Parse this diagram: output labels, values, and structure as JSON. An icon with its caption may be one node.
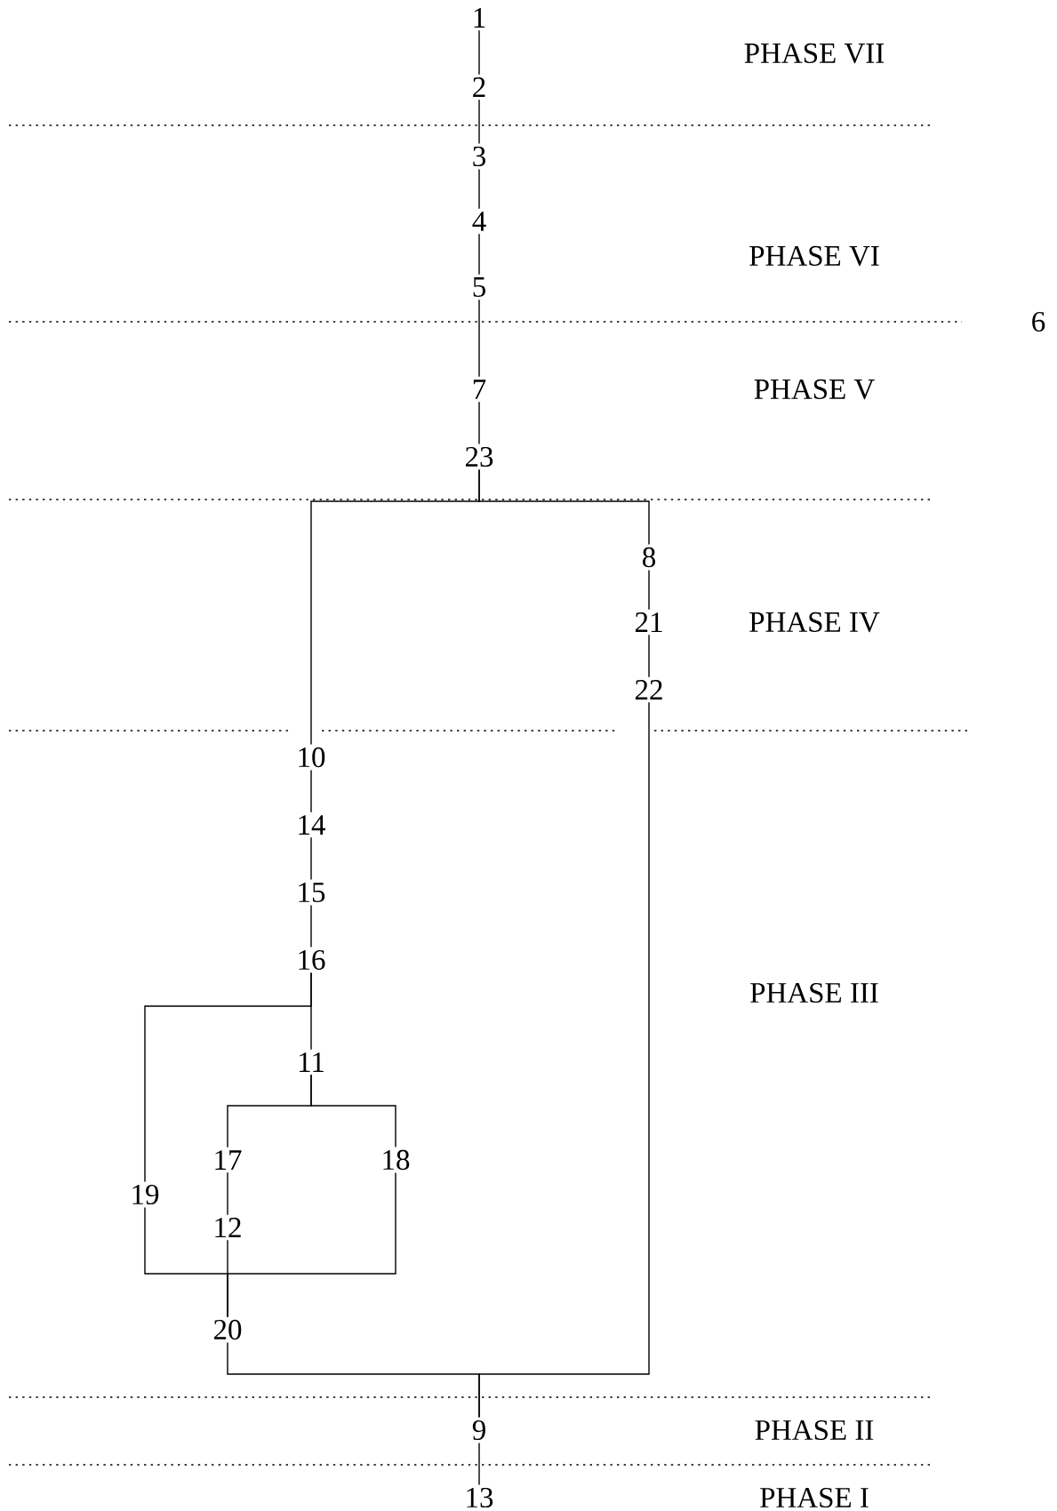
{
  "diagram": {
    "nodes": [
      {
        "text": [
          "1"
        ]
      },
      {
        "text": [
          "2"
        ]
      },
      {
        "text": [
          "3"
        ]
      },
      {
        "text": [
          "4"
        ]
      },
      {
        "text": [
          "5"
        ]
      },
      {
        "text": [
          "7"
        ]
      },
      {
        "text": [
          "23"
        ]
      },
      {
        "text": [
          "8"
        ]
      },
      {
        "text": [
          "21"
        ]
      },
      {
        "text": [
          "22"
        ]
      },
      {
        "text": [
          "10"
        ]
      },
      {
        "text": [
          "14"
        ]
      },
      {
        "text": [
          "15"
        ]
      },
      {
        "text": [
          "16"
        ]
      },
      {
        "text": [
          "11"
        ]
      },
      {
        "text": [
          "17"
        ]
      },
      {
        "text": [
          "18"
        ]
      },
      {
        "text": [
          "19"
        ]
      },
      {
        "text": [
          "12"
        ]
      },
      {
        "text": [
          "20"
        ]
      },
      {
        "text": [
          "9"
        ]
      },
      {
        "text": [
          "13"
        ]
      }
    ],
    "edges": [
      {
        "from": 0,
        "to": 1,
        "arrow": "none"
      },
      {
        "from": 1,
        "to": 2,
        "arrow": "none"
      },
      {
        "from": 2,
        "to": 3,
        "arrow": "none"
      },
      {
        "from": 3,
        "to": 4,
        "arrow": "none"
      },
      {
        "from": 4,
        "to": 5,
        "arrow": "none"
      },
      {
        "from": 5,
        "to": 6,
        "arrow": "none"
      },
      {
        "from": 6,
        "to": 10,
        "arrow": "none"
      },
      {
        "from": 6,
        "to": 7,
        "arrow": "none"
      },
      {
        "from": 7,
        "to": 8,
        "arrow": "none"
      },
      {
        "from": 8,
        "to": 9,
        "arrow": "none"
      },
      {
        "from": 10,
        "to": 11,
        "arrow": "none"
      },
      {
        "from": 11,
        "to": 12,
        "arrow": "none"
      },
      {
        "from": 12,
        "to": 13,
        "arrow": "none"
      },
      {
        "from": 13,
        "to": 17,
        "arrow": "none"
      },
      {
        "from": 13,
        "to": 14,
        "arrow": "none"
      },
      {
        "from": 14,
        "to": 15,
        "arrow": "none"
      },
      {
        "from": 14,
        "to": 16,
        "arrow": "none"
      },
      {
        "from": 15,
        "to": 18,
        "arrow": "none"
      },
      {
        "from": 17,
        "to": 19,
        "arrow": "none"
      },
      {
        "from": 18,
        "to": 19,
        "arrow": "none"
      },
      {
        "from": 16,
        "to": 19,
        "arrow": "none"
      },
      {
        "from": 19,
        "to": 20,
        "arrow": "none"
      },
      {
        "from": 9,
        "to": 20,
        "arrow": "none"
      },
      {
        "from": 20,
        "to": 21,
        "arrow": "none"
      }
    ],
    "labels": [
      "PHASE VII",
      "PHASE VI",
      "6",
      "PHASE V",
      "PHASE IV",
      "PHASE III",
      "PHASE II",
      "PHASE I"
    ]
  }
}
